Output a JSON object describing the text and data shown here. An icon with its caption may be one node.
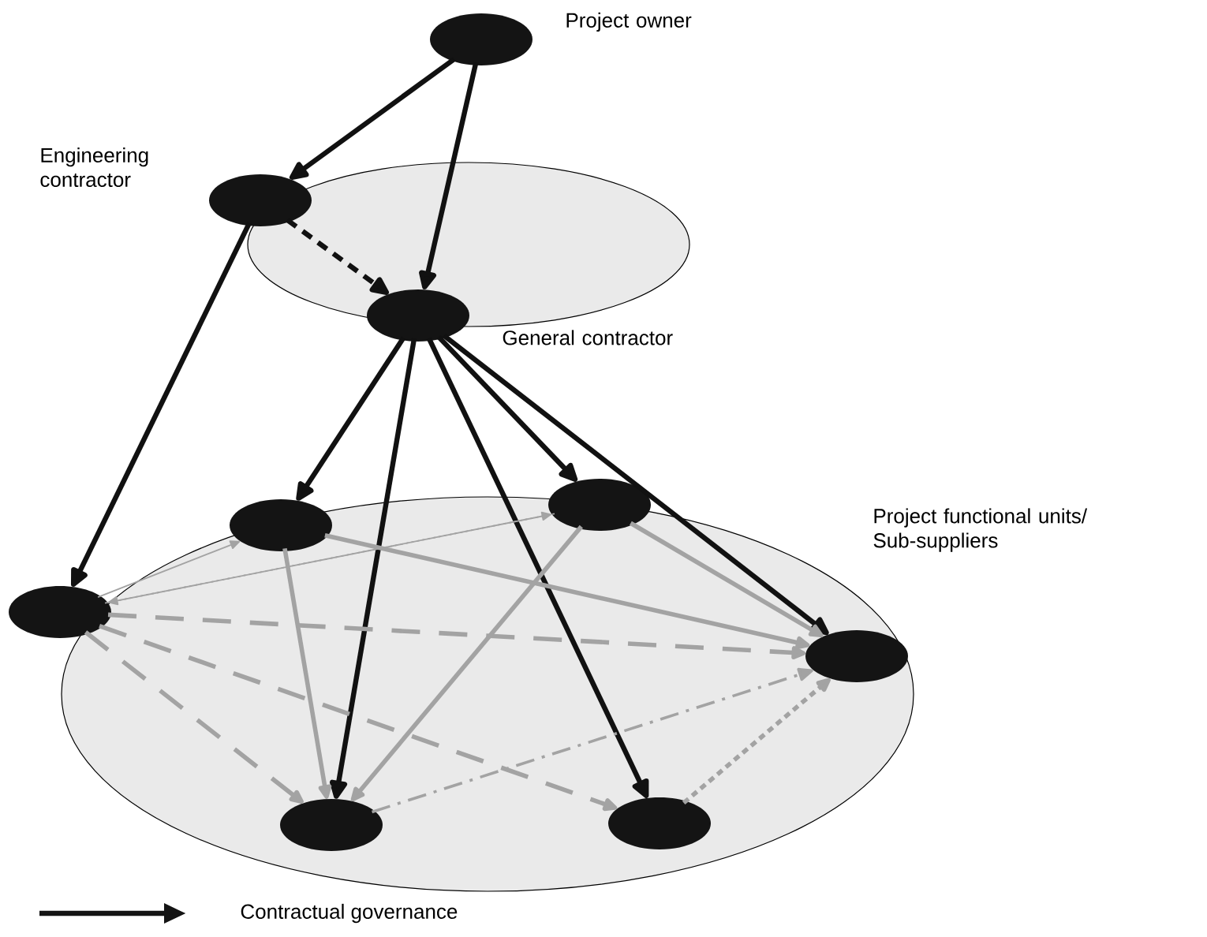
{
  "diagram": {
    "nodes": [
      {
        "text": [],
        "shape": "ellipse",
        "beside": [
          "Project owner"
        ]
      },
      {
        "text": [],
        "shape": "ellipse",
        "beside": [
          "Engineering contractor"
        ]
      },
      {
        "text": [],
        "shape": "ellipse",
        "beside": [
          "General contractor"
        ]
      },
      {
        "text": [],
        "shape": "ellipse"
      },
      {
        "text": [],
        "shape": "ellipse"
      },
      {
        "text": [],
        "shape": "ellipse"
      },
      {
        "text": [],
        "shape": "ellipse"
      },
      {
        "text": [],
        "shape": "ellipse"
      },
      {
        "text": [],
        "shape": "ellipse"
      }
    ],
    "edges": [
      {
        "from": 0,
        "to": 1,
        "arrow": "to",
        "color": "#111111"
      },
      {
        "from": 0,
        "to": 2,
        "arrow": "to",
        "color": "#111111"
      },
      {
        "from": 1,
        "to": 2,
        "arrow": "to",
        "color": "#111111",
        "style": "dashed"
      },
      {
        "from": 1,
        "to": 5,
        "arrow": "to",
        "color": "#111111"
      },
      {
        "from": 2,
        "to": 3,
        "arrow": "to",
        "color": "#111111"
      },
      {
        "from": 2,
        "to": 7,
        "arrow": "to",
        "color": "#111111"
      },
      {
        "from": 2,
        "to": 8,
        "arrow": "to",
        "color": "#111111"
      },
      {
        "from": 2,
        "to": 4,
        "arrow": "to",
        "color": "#111111"
      },
      {
        "from": 2,
        "to": 6,
        "arrow": "to",
        "color": "#111111"
      },
      {
        "from": 5,
        "to": 3,
        "arrow": "to"
      },
      {
        "from": 5,
        "to": 4,
        "arrow": "to"
      },
      {
        "from": 4,
        "to": 5,
        "arrow": "to",
        "style": "dashed"
      },
      {
        "from": 3,
        "to": 6,
        "arrow": "to"
      },
      {
        "from": 3,
        "to": 7,
        "arrow": "to"
      },
      {
        "from": 4,
        "to": 6,
        "arrow": "to"
      },
      {
        "from": 4,
        "to": 7,
        "arrow": "to"
      },
      {
        "from": 5,
        "to": 6,
        "arrow": "to",
        "style": "dashed"
      },
      {
        "from": 5,
        "to": 7,
        "arrow": "to",
        "style": "dashed"
      },
      {
        "from": 5,
        "to": 8,
        "arrow": "to",
        "style": "dashed"
      },
      {
        "from": 7,
        "to": 6,
        "arrow": "to",
        "style": "dashed"
      },
      {
        "from": 8,
        "to": 6,
        "arrow": "to",
        "style": "dashed"
      }
    ],
    "labels": [
      "Project functional units/ Sub-suppliers"
    ],
    "legend": [
      {
        "text": "Contractual governance"
      }
    ]
  }
}
